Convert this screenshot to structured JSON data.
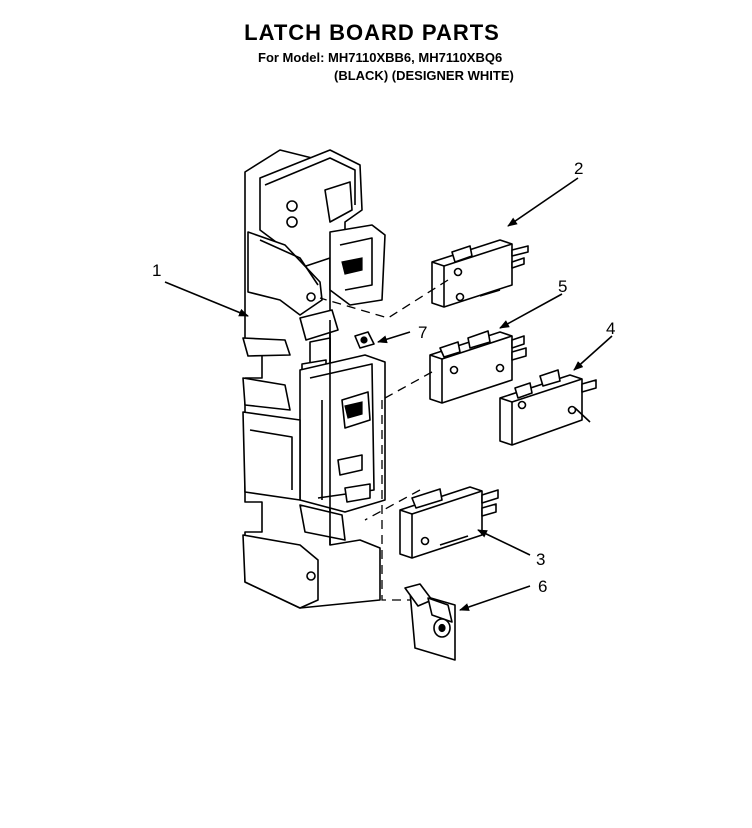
{
  "header": {
    "title": "LATCH BOARD PARTS",
    "model_line": "For Model: MH7110XBB6, MH7110XBQ6",
    "color_line": "(BLACK)  (DESIGNER WHITE)"
  },
  "callouts": [
    {
      "id": "1",
      "label": "1"
    },
    {
      "id": "2",
      "label": "2"
    },
    {
      "id": "3",
      "label": "3"
    },
    {
      "id": "4",
      "label": "4"
    },
    {
      "id": "5",
      "label": "5"
    },
    {
      "id": "6",
      "label": "6"
    },
    {
      "id": "7",
      "label": "7"
    }
  ]
}
